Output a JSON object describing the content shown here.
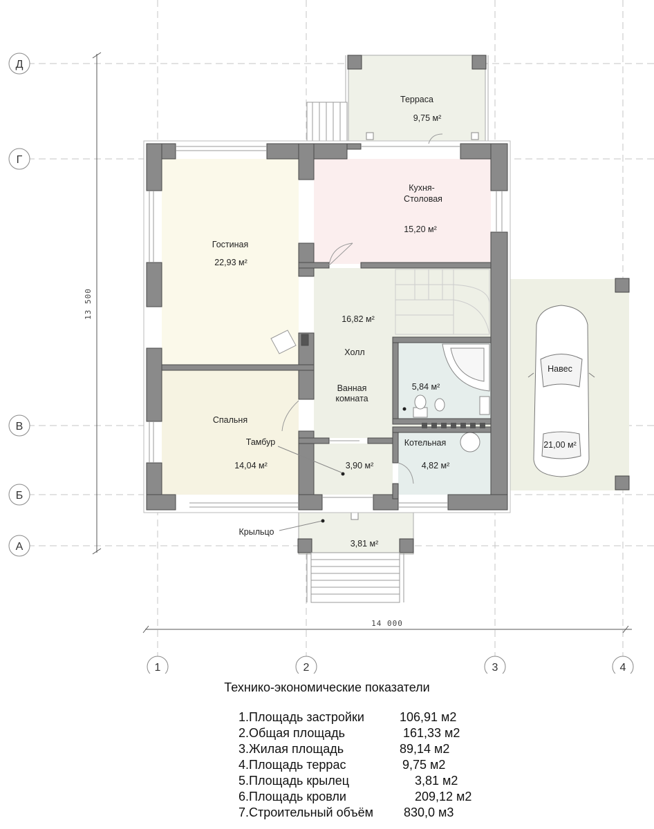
{
  "axes": {
    "rows": [
      "Д",
      "Г",
      "В",
      "Б",
      "А"
    ],
    "cols": [
      "1",
      "2",
      "3",
      "4"
    ]
  },
  "dimensions": {
    "height": "13 500",
    "width": "14 000"
  },
  "rooms": {
    "terrace": {
      "name": "Терраса",
      "area": "9,75 м²"
    },
    "kitchen": {
      "name_line1": "Кухня-",
      "name_line2": "Столовая",
      "area": "15,20 м²"
    },
    "living": {
      "name": "Гостиная",
      "area": "22,93 м²"
    },
    "hall": {
      "name": "Холл",
      "area": "16,82 м²"
    },
    "bathroom": {
      "name_line1": "Ванная",
      "name_line2": "комната",
      "area": "5,84 м²"
    },
    "bedroom": {
      "name": "Спальня",
      "area": "14,04 м²"
    },
    "vestibule": {
      "name": "Тамбур",
      "area": "3,90 м²"
    },
    "boiler": {
      "name": "Котельная",
      "area": "4,82 м²"
    },
    "carport": {
      "name": "Навес",
      "area": "21,00 м²"
    },
    "porch": {
      "name": "Крыльцо",
      "area": "3,81 м²"
    }
  },
  "tep": {
    "title": "Технико-экономические показатели",
    "rows": [
      {
        "name": "1.Площадь застройки",
        "value": "106,91 м2"
      },
      {
        "name": "2.Общая площадь",
        "value": "161,33 м2"
      },
      {
        "name": "3.Жилая площадь",
        "value": "89,14 м2"
      },
      {
        "name": "4.Площадь террас",
        "value": "9,75 м2"
      },
      {
        "name": "5.Площадь крылец",
        "value": "3,81 м2"
      },
      {
        "name": "6.Площадь кровли",
        "value": "209,12 м2"
      },
      {
        "name": "7.Строительный объём",
        "value": "830,0 м3"
      }
    ]
  },
  "colors": {
    "wall": "#8a8a8a",
    "wall_stroke": "#4a4a4a",
    "living": "#fbf9ea",
    "kitchen": "#fbeeee",
    "hall": "#eef0e6",
    "bath": "#e6eeec",
    "terrace": "#eff1e8",
    "carport": "#eef0e4",
    "axis_line": "#bdbdbd"
  }
}
